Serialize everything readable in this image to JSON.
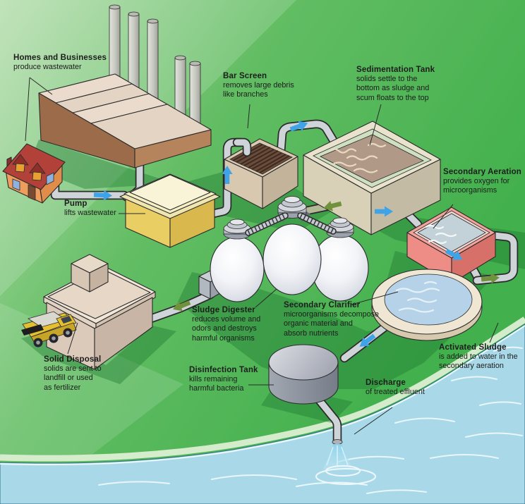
{
  "labels": {
    "homes": {
      "title": "Homes and Businesses",
      "desc": "produce wastewater"
    },
    "pump": {
      "title": "Pump",
      "desc": "lifts wastewater"
    },
    "bar_screen": {
      "title": "Bar Screen",
      "desc": "removes large debris\nlike branches"
    },
    "sedimentation_tank": {
      "title": "Sedimentation Tank",
      "desc": "solids settle to the\nbottom as sludge and\nscum floats to the top"
    },
    "secondary_aeration": {
      "title": "Secondary Aeration",
      "desc": "provides oxygen for\nmicroorganisms"
    },
    "sludge_digester": {
      "title": "Sludge Digester",
      "desc": "reduces volume and\nodors and destroys\nharmful organisms"
    },
    "secondary_clarifier": {
      "title": "Secondary Clarifier",
      "desc": "microorganisms decompose\norganic material and\nabsorb nutrients"
    },
    "solid_disposal": {
      "title": "Solid Disposal",
      "desc": "solids are sent to\nlandfill or used\nas fertilizer"
    },
    "disinfection_tank": {
      "title": "Disinfection Tank",
      "desc": "kills remaining\nharmful bacteria"
    },
    "discharge": {
      "title": "Discharge",
      "desc": "of treated effluent"
    },
    "activated_sludge": {
      "title": "Activated Sludge",
      "desc": "is added to water in the\nsecondary aeration"
    }
  },
  "colors": {
    "background_green": "#4ab453",
    "background_green_light": "#b6deae",
    "shadow_green": "#1f7a33",
    "river_blue": "#a9d9e8",
    "pipe_gray": "#ced4d7",
    "flow_arrow_blue": "#3fa3e8",
    "sludge_arrow_green": "#71923d",
    "sedimentation_water_brown": "#b09a87",
    "aeration_tank_pink": "#ee8d85",
    "clarifier_water_blue": "#b5d2e8",
    "pump_yellow": "#e9cf63",
    "factory_brown": "#9c6b49",
    "house_roof_red": "#b2413a",
    "truck_yellow": "#e4bf2e",
    "label_text": "#1d1d1d"
  }
}
